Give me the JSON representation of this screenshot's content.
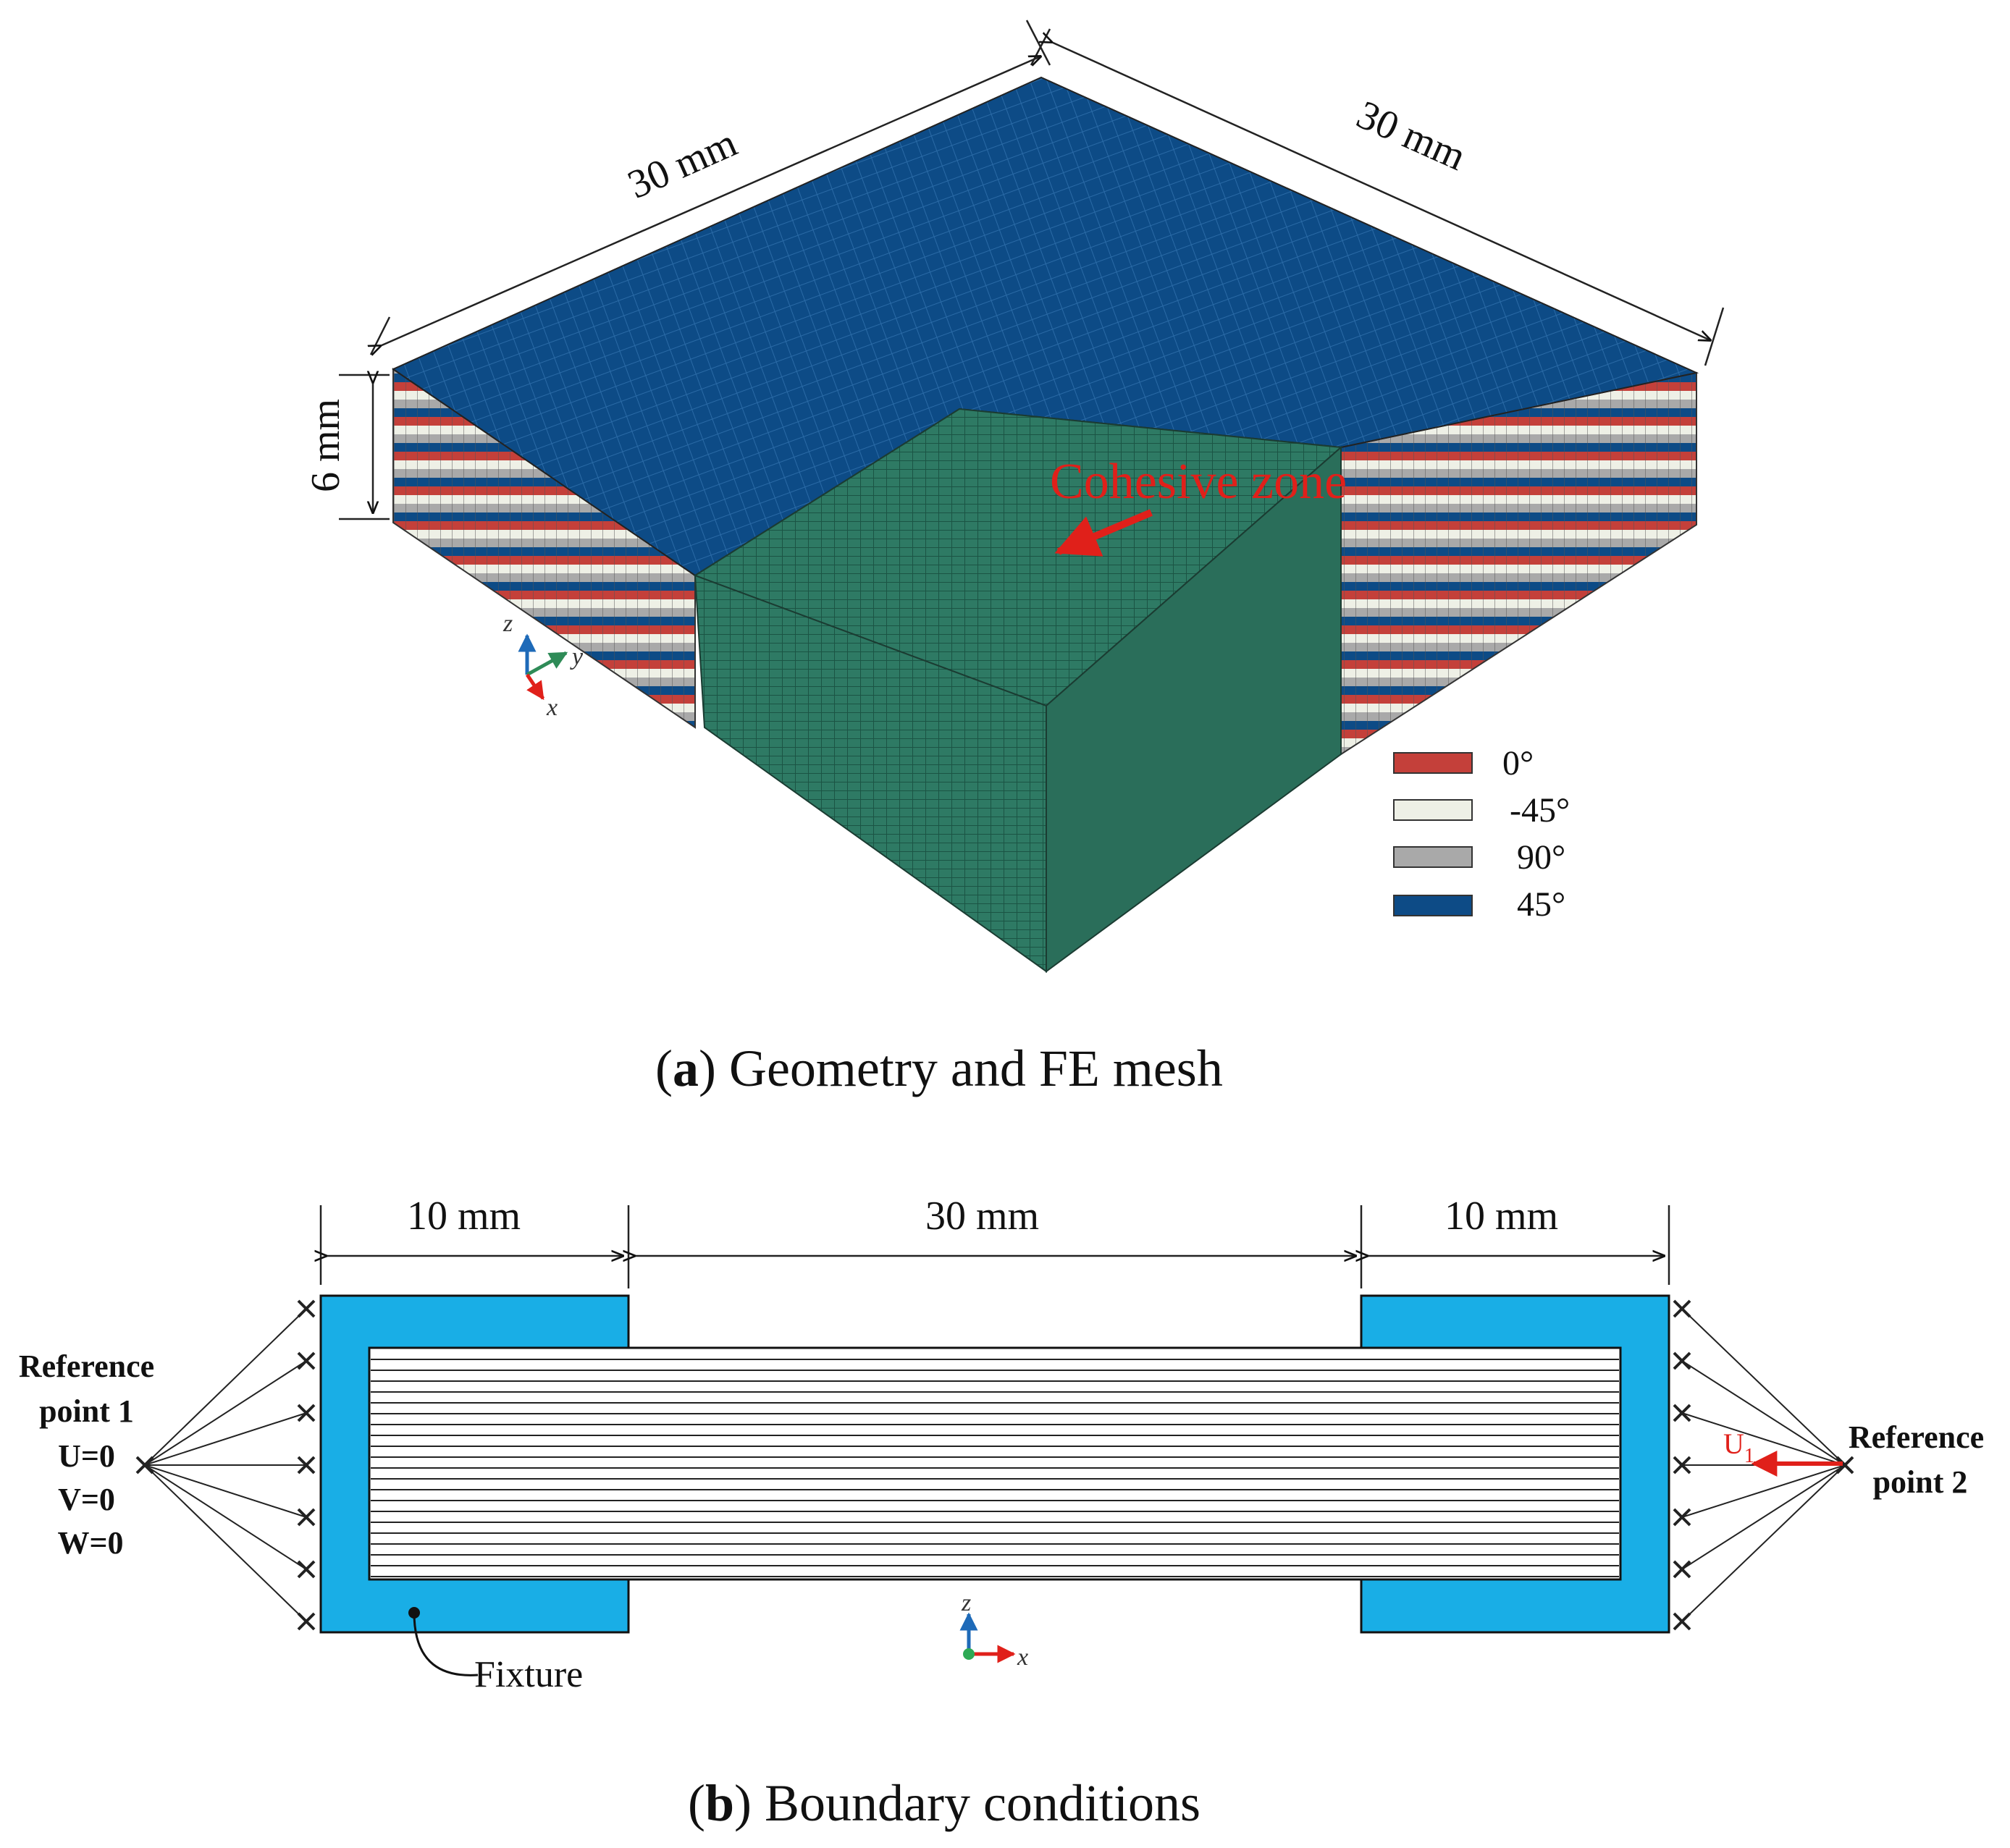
{
  "panel_a": {
    "dimensions": {
      "top_left": "30 mm",
      "top_right": "30 mm",
      "thickness": "6 mm"
    },
    "annotation": "Cohesive zone",
    "axes": {
      "z": "z",
      "y": "y",
      "x": "x"
    },
    "legend": [
      {
        "label": "0°",
        "color": "#c4403a"
      },
      {
        "label": "-45°",
        "color": "#eef0e6"
      },
      {
        "label": "90°",
        "color": "#a9a9a9"
      },
      {
        "label": "45°",
        "color": "#0d4b86"
      }
    ],
    "caption_letter": "a",
    "caption_text": " Geometry and FE mesh"
  },
  "panel_b": {
    "dimensions": {
      "left": "10 mm",
      "middle": "30 mm",
      "right": "10 mm"
    },
    "reference_point_1": [
      "Reference",
      "point 1",
      "U=0",
      "V=0",
      "W=0"
    ],
    "reference_point_2": [
      "Reference",
      "point 2"
    ],
    "load_label": "U",
    "load_subscript": "1",
    "fixture_label": "Fixture",
    "axes": {
      "z": "z",
      "x": "x"
    },
    "caption_letter": "b",
    "caption_text": " Boundary conditions"
  },
  "colors": {
    "top_surface": "#0d4b86",
    "cohesive_zone": "#2e7a64",
    "fixture": "#19aee6",
    "annotation": "#e0201a"
  }
}
